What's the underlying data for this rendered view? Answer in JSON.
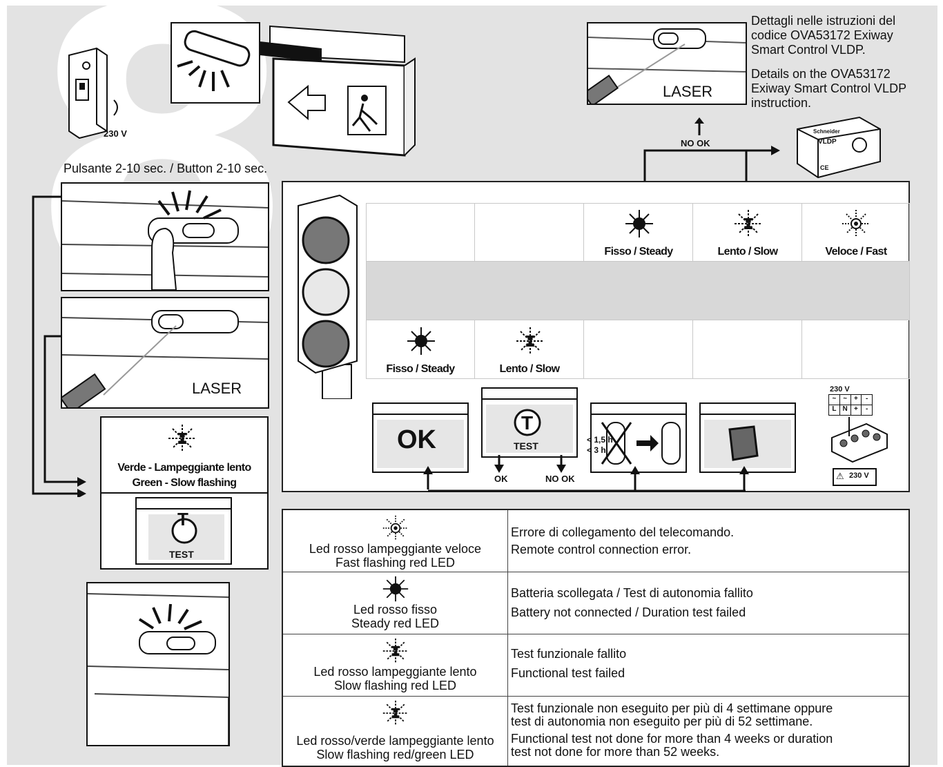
{
  "step_number": "8",
  "breaker": {
    "voltage_label": "230 V"
  },
  "top_note": {
    "it": [
      "Dettagli nelle istruzioni del",
      "codice OVA53172  Exiway",
      "Smart Control VLDP."
    ],
    "en": [
      "Details on the OVA53172",
      "Exiway Smart Control VLDP",
      "instruction."
    ]
  },
  "laser_label": "LASER",
  "no_ok_label": "NO OK",
  "ok_label": "OK",
  "button_caption": "Pulsante 2-10 sec. / Button 2-10 sec.",
  "green_flash": {
    "line1": "Verde - Lampeggiante lento",
    "line2": "Green - Slow flashing"
  },
  "test_label": "TEST",
  "t_letter": "T",
  "ok_sign": "OK",
  "led_modes": {
    "steady": "Fisso / Steady",
    "slow": "Lento / Slow",
    "fast": "Veloce / Fast"
  },
  "battery_times": [
    "< 1,5 h",
    "< 3 h"
  ],
  "terminal": {
    "voltage": "230 V",
    "pins_top": [
      "~",
      "~",
      "+",
      "-"
    ],
    "pins_bottom": [
      "L",
      "N",
      "+",
      "-"
    ],
    "warning": "230 V"
  },
  "vldp_device": {
    "brand": "Schneider",
    "model": "VLDP",
    "marks": "CE"
  },
  "legend": [
    {
      "icon": "fast-flash",
      "label_it": "Led rosso lampeggiante veloce",
      "label_en": "Fast flashing red LED",
      "desc": [
        "Errore di collegamento del telecomando.",
        "Remote control connection error."
      ]
    },
    {
      "icon": "steady",
      "label_it": "Led rosso fisso",
      "label_en": "Steady red LED",
      "desc": [
        "Batteria scollegata / Test di autonomia fallito",
        "Battery not connected / Duration test failed"
      ]
    },
    {
      "icon": "slow-flash",
      "label_it": "Led rosso lampeggiante lento",
      "label_en": "Slow flashing red LED",
      "desc": [
        "Test funzionale fallito",
        "Functional  test failed"
      ]
    },
    {
      "icon": "slow-flash",
      "label_it": "Led rosso/verde lampeggiante lento",
      "label_en": "Slow flashing red/green LED",
      "desc": [
        "Test funzionale non eseguito per più di 4 settimane oppure",
        "test di autonomia non eseguito per più di 52 settimane.",
        "Functional test not done for more than 4 weeks or duration",
        "test not done for more than 52 weeks."
      ]
    }
  ]
}
